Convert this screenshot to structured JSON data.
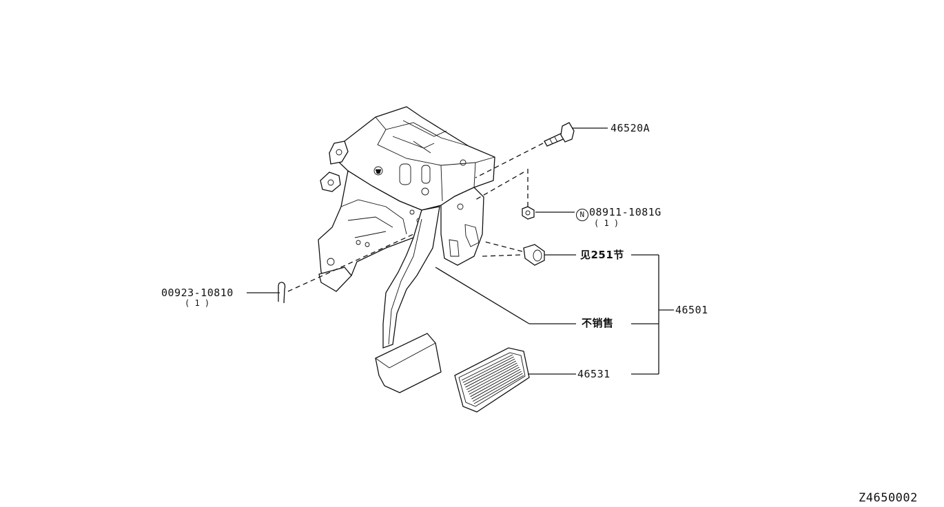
{
  "diagram_id": "Z4650002",
  "callouts": {
    "bolt": {
      "part_no": "46520A"
    },
    "nut": {
      "symbol": "N",
      "part_no": "08911-1081G",
      "qty": "( 1 )"
    },
    "clip": {
      "part_no": "00923-10810",
      "qty": "( 1 )"
    },
    "stopper": {
      "text": "见251节"
    },
    "not_sold": {
      "text": "不销售"
    },
    "pad": {
      "part_no": "46531"
    },
    "assembly": {
      "part_no": "46501"
    }
  }
}
